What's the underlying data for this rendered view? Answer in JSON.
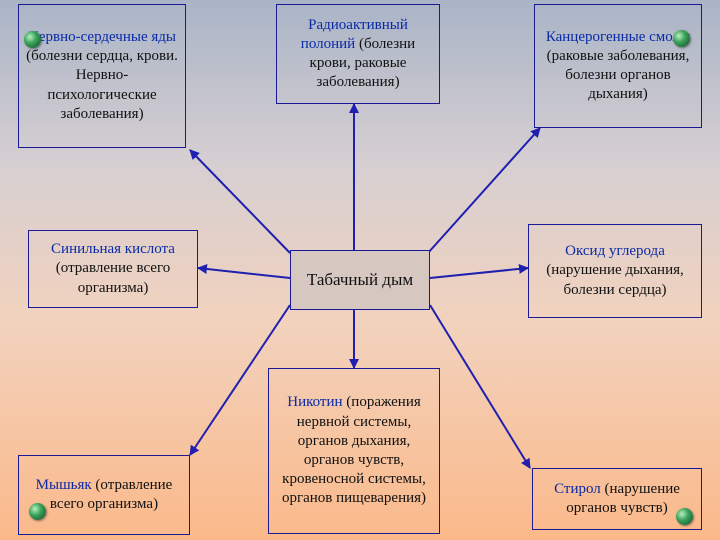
{
  "center": {
    "text": "Табачный дым"
  },
  "nodes": [
    {
      "highlight": "Нервно-сердечные яды",
      "rest": " (болезни сердца, крови. Нервно-психологические заболевания)"
    },
    {
      "highlight": "Радиоактивный полоний",
      "rest": " (болезни крови, раковые заболевания)"
    },
    {
      "highlight": "Канцерогенные смолы",
      "rest": " (раковые заболевания, болезни органов дыхания)"
    },
    {
      "highlight": "Синильная кислота",
      "rest": " (отравление всего организма)"
    },
    {
      "highlight": "Оксид углерода",
      "rest": " (нарушение дыхания, болезни сердца)"
    },
    {
      "highlight": "Мышьяк",
      "rest": " (отравление всего организма)"
    },
    {
      "highlight": "Никотин",
      "rest": " (поражения нервной системы, органов дыхания, органов чувств, кровеносной системы, органов пищеварения)"
    },
    {
      "highlight": "Стирол",
      "rest": " (нарушение органов чувств)"
    }
  ],
  "colors": {
    "arrow": "#1f1fb0",
    "border": "#1a1a99",
    "highlight_text": "#0a2aa8",
    "center_fill": "#d6c7c0"
  },
  "icons": {
    "bullet": "green-globe-bullet-icon"
  }
}
